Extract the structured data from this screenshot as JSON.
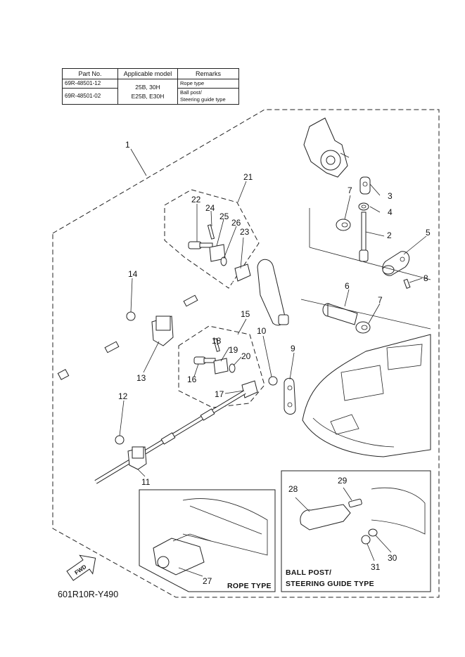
{
  "table": {
    "headers": [
      "Part No.",
      "Applicable model",
      "Remarks"
    ],
    "rows": [
      {
        "part_no": "69R-48501-12",
        "remarks": "Rope type"
      },
      {
        "part_no": "69R-48501-02",
        "remarks_line1": "Ball post/",
        "remarks_line2": "Steering guide type"
      }
    ],
    "model_line1": "25B, 30H",
    "model_line2": "E25B, E30H"
  },
  "callouts": [
    "1",
    "2",
    "3",
    "4",
    "5",
    "6",
    "7",
    "8",
    "9",
    "10",
    "11",
    "12",
    "13",
    "14",
    "15",
    "16",
    "17",
    "18",
    "19",
    "20",
    "21",
    "22",
    "23",
    "24",
    "25",
    "26",
    "27",
    "28",
    "29",
    "30",
    "31"
  ],
  "labels": {
    "callout_7b": "7",
    "rope_type": "ROPE TYPE",
    "ball_post_line1": "BALL POST/",
    "ball_post_line2": "STEERING GUIDE TYPE",
    "fwd": "FWD"
  },
  "diagram_code": "601R10R-Y490"
}
